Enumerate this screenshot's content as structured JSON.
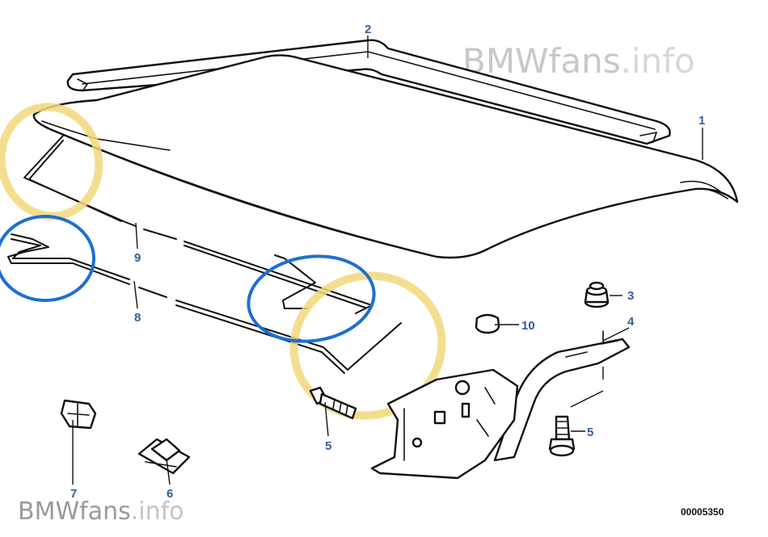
{
  "watermark": {
    "top_text_main": "BMWfans",
    "top_text_suffix": ".info",
    "bottom_text_main": "BMWfans",
    "bottom_text_suffix": ".info",
    "color_main": "#c8c8c8",
    "color_suffix": "#d8d8d8"
  },
  "diagram_id": "00005350",
  "callouts": {
    "c1": "1",
    "c2": "2",
    "c3": "3",
    "c4": "4",
    "c5a": "5",
    "c5b": "5",
    "c6": "6",
    "c7": "7",
    "c8": "8",
    "c9": "9",
    "c10": "10"
  },
  "colors": {
    "callout": "#2f5f9a",
    "highlight_yellow": "#f2d87a",
    "highlight_blue": "#1c6fd4",
    "line": "#111111"
  }
}
